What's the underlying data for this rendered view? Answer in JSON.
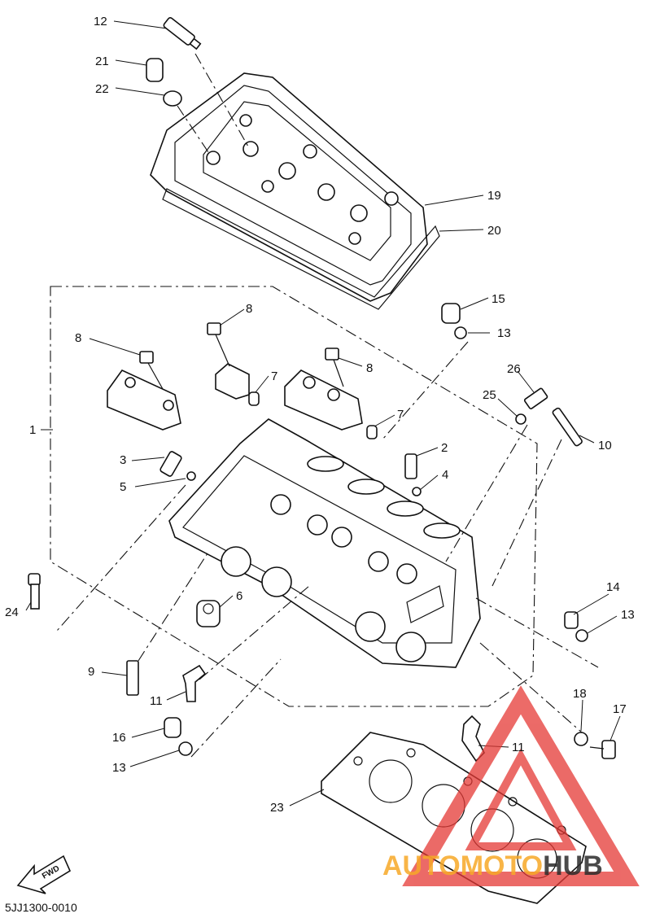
{
  "diagram": {
    "code": "5JJ1300-0010",
    "fwd_label": "FWD",
    "watermark": {
      "text_before": "AUTO",
      "text_mid": "MOTO",
      "text_after": "HUB",
      "color_main": "#f7a928",
      "color_accent": "#e53935",
      "color_dark": "#2b2b2b"
    },
    "callouts": [
      {
        "id": "c12",
        "text": "12"
      },
      {
        "id": "c21",
        "text": "21"
      },
      {
        "id": "c22",
        "text": "22"
      },
      {
        "id": "c19",
        "text": "19"
      },
      {
        "id": "c20",
        "text": "20"
      },
      {
        "id": "c15",
        "text": "15"
      },
      {
        "id": "c13a",
        "text": "13"
      },
      {
        "id": "c8a",
        "text": "8"
      },
      {
        "id": "c8b",
        "text": "8"
      },
      {
        "id": "c8c",
        "text": "8"
      },
      {
        "id": "c7a",
        "text": "7"
      },
      {
        "id": "c7b",
        "text": "7"
      },
      {
        "id": "c26",
        "text": "26"
      },
      {
        "id": "c25",
        "text": "25"
      },
      {
        "id": "c1",
        "text": "1"
      },
      {
        "id": "c10",
        "text": "10"
      },
      {
        "id": "c2",
        "text": "2"
      },
      {
        "id": "c3",
        "text": "3"
      },
      {
        "id": "c4",
        "text": "4"
      },
      {
        "id": "c5",
        "text": "5"
      },
      {
        "id": "c6",
        "text": "6"
      },
      {
        "id": "c24",
        "text": "24"
      },
      {
        "id": "c14",
        "text": "14"
      },
      {
        "id": "c13b",
        "text": "13"
      },
      {
        "id": "c9",
        "text": "9"
      },
      {
        "id": "c11a",
        "text": "11"
      },
      {
        "id": "c18",
        "text": "18"
      },
      {
        "id": "c17",
        "text": "17"
      },
      {
        "id": "c16",
        "text": "16"
      },
      {
        "id": "c11b",
        "text": "11"
      },
      {
        "id": "c13c",
        "text": "13"
      },
      {
        "id": "c23",
        "text": "23"
      }
    ]
  }
}
